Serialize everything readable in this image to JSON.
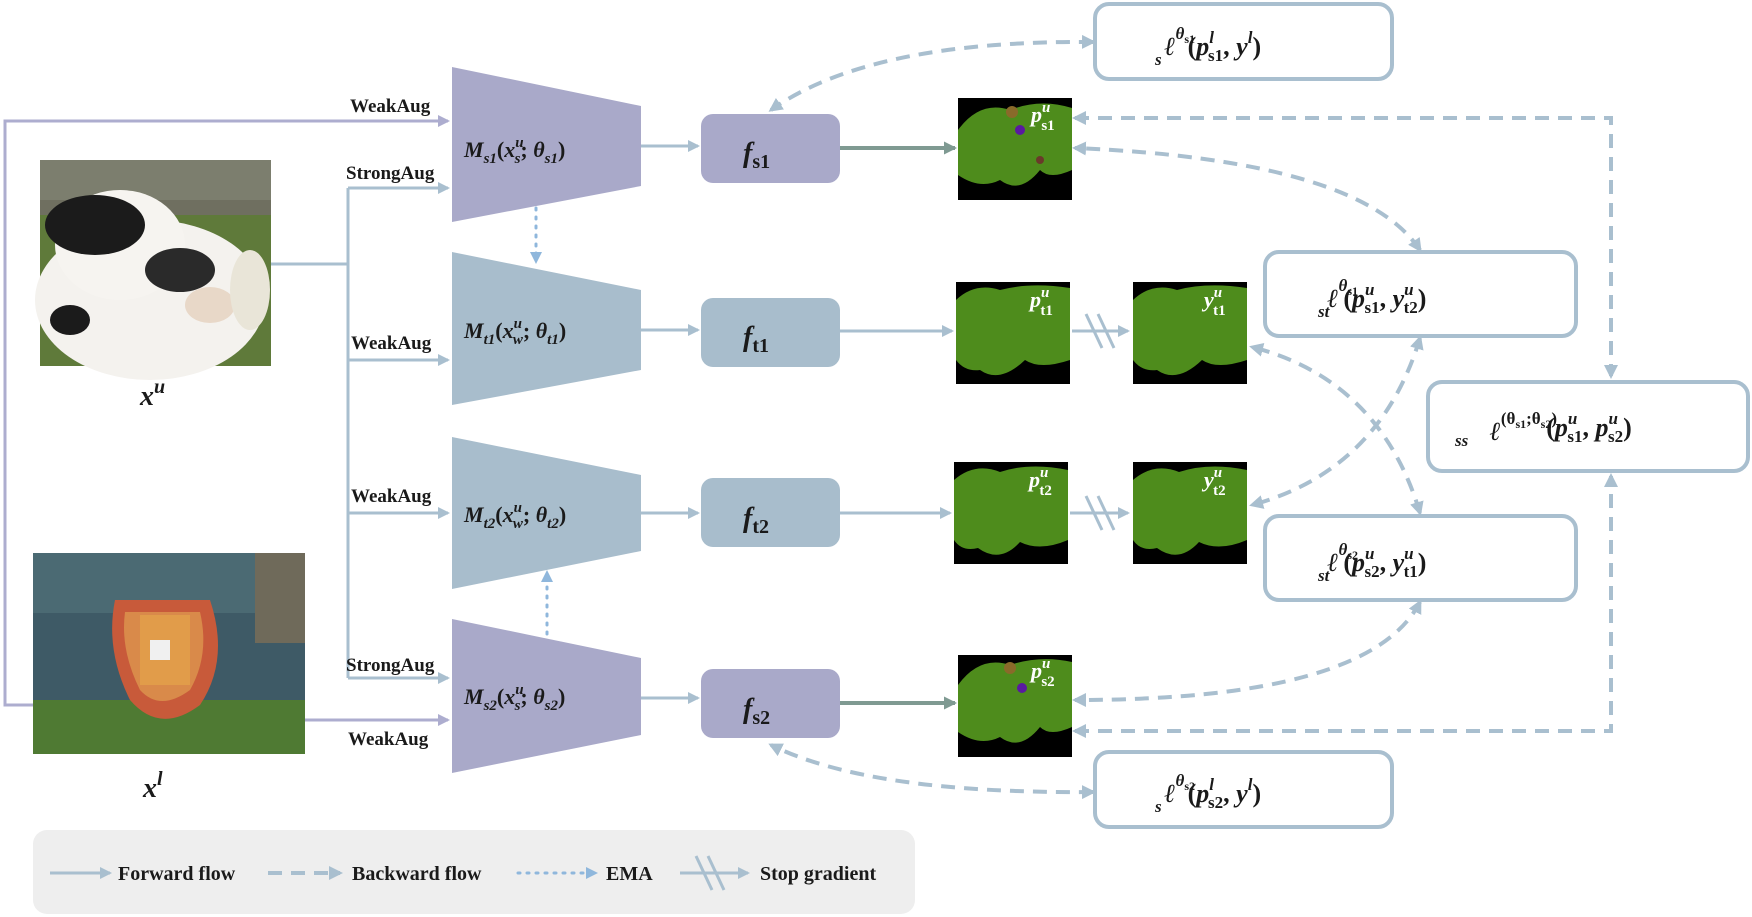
{
  "colors": {
    "student": "#a9a9c9",
    "teacher": "#a8bdcc",
    "arrow": "#a9bfcf",
    "arrow_student": "#adadcf",
    "dark_arrow": "#7f9a92",
    "loss_border": "#a9bfcf",
    "seg_green": "#4e8c1c",
    "seg_bg": "#000000",
    "legend_bg": "#eeeeee"
  },
  "inputs": {
    "unlabeled": {
      "base": "x",
      "sup": "u"
    },
    "labeled": {
      "base": "x",
      "sup": "l"
    }
  },
  "aug_labels": {
    "weak_top": "WeakAug",
    "strong_s1": "StrongAug",
    "weak_t1": "WeakAug",
    "weak_t2": "WeakAug",
    "strong_s2": "StrongAug",
    "weak_bottom": "WeakAug"
  },
  "models": {
    "s1": {
      "M": "M",
      "sub": "s1",
      "x": "x",
      "xsub": "s",
      "xsup": "u",
      "theta": "θ",
      "tsub": "s1"
    },
    "t1": {
      "M": "M",
      "sub": "t1",
      "x": "x",
      "xsub": "w",
      "xsup": "u",
      "theta": "θ",
      "tsub": "t1"
    },
    "t2": {
      "M": "M",
      "sub": "t2",
      "x": "x",
      "xsub": "w",
      "xsup": "u",
      "theta": "θ",
      "tsub": "t2"
    },
    "s2": {
      "M": "M",
      "sub": "s2",
      "x": "x",
      "xsub": "s",
      "xsup": "u",
      "theta": "θ",
      "tsub": "s2"
    }
  },
  "heads": {
    "s1": {
      "f": "f",
      "sub": "s1"
    },
    "t1": {
      "f": "f",
      "sub": "t1"
    },
    "t2": {
      "f": "f",
      "sub": "t2"
    },
    "s2": {
      "f": "f",
      "sub": "s2"
    }
  },
  "preds": {
    "p_s1": {
      "base": "p",
      "sup": "u",
      "sub": "s1"
    },
    "p_t1": {
      "base": "p",
      "sup": "u",
      "sub": "t1"
    },
    "y_t1": {
      "base": "y",
      "sup": "u",
      "sub": "t1"
    },
    "p_t2": {
      "base": "p",
      "sup": "u",
      "sub": "t2"
    },
    "y_t2": {
      "base": "y",
      "sup": "u",
      "sub": "t2"
    },
    "p_s2": {
      "base": "p",
      "sup": "u",
      "sub": "s2"
    }
  },
  "losses": {
    "ls_s1": {
      "l": "ℓ",
      "sub": "s",
      "sup": "θ",
      "supsub": "s1",
      "args": [
        "p",
        "l",
        "s1",
        "y",
        "l"
      ]
    },
    "lst_s1": {
      "l": "ℓ",
      "sub": "st",
      "sup": "θ",
      "supsub": "s1",
      "a1": "p",
      "a1sup": "u",
      "a1sub": "s1",
      "a2": "y",
      "a2sup": "u",
      "a2sub": "t2"
    },
    "lss": {
      "l": "ℓ",
      "sub": "ss",
      "sup": "(θ",
      "supsub1": "s1",
      "supmid": ";θ",
      "supsub2": "s2",
      "supend": ")",
      "a1": "p",
      "a1sup": "u",
      "a1sub": "s1",
      "a2": "p",
      "a2sup": "u",
      "a2sub": "s2"
    },
    "lst_s2": {
      "l": "ℓ",
      "sub": "st",
      "sup": "θ",
      "supsub": "s2",
      "a1": "p",
      "a1sup": "u",
      "a1sub": "s2",
      "a2": "y",
      "a2sup": "u",
      "a2sub": "t1"
    },
    "ls_s2": {
      "l": "ℓ",
      "sub": "s",
      "sup": "θ",
      "supsub": "s2"
    }
  },
  "legend": {
    "forward": "Forward  flow",
    "backward": "Backward  flow",
    "ema": "EMA",
    "stop": "Stop gradient"
  }
}
